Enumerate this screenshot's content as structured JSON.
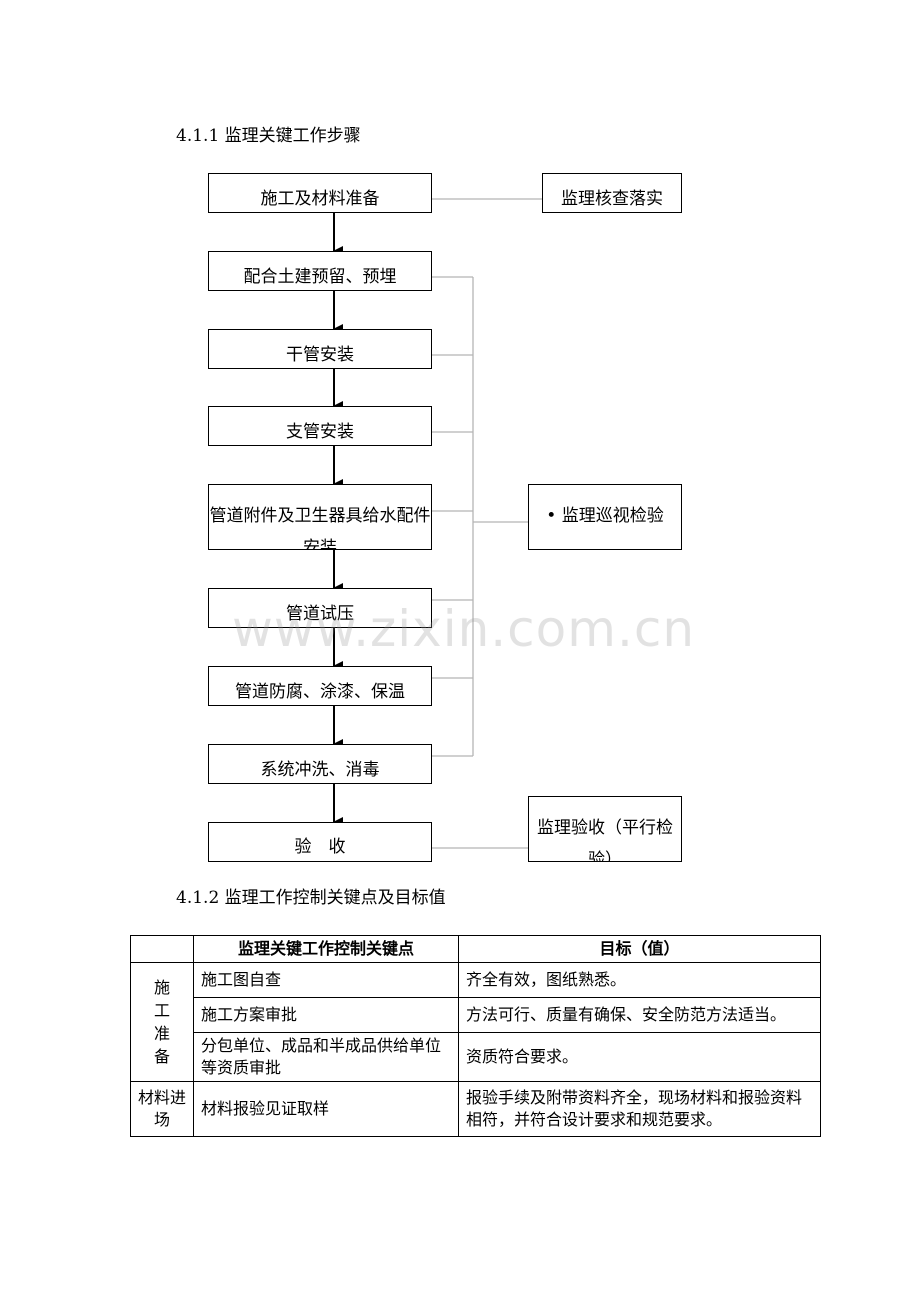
{
  "heading1": "4.1.1 监理关键工作步骤",
  "heading2": "4.1.2 监理工作控制关键点及目标值",
  "flow": {
    "steps": [
      "施工及材料准备",
      "配合土建预留、预埋",
      "干管安装",
      "支管安装",
      "管道附件及卫生器具给水配件安装",
      "管道试压",
      "管道防腐、涂漆、保温",
      "系统冲洗、消毒",
      "验　收"
    ],
    "side1": "监理核查落实",
    "side2": "• 监理巡视检验",
    "side3": "监理验收（平行检验）"
  },
  "table": {
    "headers": [
      "",
      "监理关键工作控制关键点",
      "目标（值）"
    ],
    "group1": [
      "施",
      "工",
      "准",
      "备"
    ],
    "group2": "材料进场",
    "rows": [
      {
        "point": "施工图自查",
        "target": "齐全有效，图纸熟悉。"
      },
      {
        "point": "施工方案审批",
        "target": "方法可行、质量有确保、安全防范方法适当。"
      },
      {
        "point": "分包单位、成品和半成品供给单位等资质审批",
        "target": "资质符合要求。"
      },
      {
        "point": "材料报验见证取样",
        "target": "报验手续及附带资料齐全，现场材料和报验资料相符，并符合设计要求和规范要求。"
      }
    ]
  },
  "watermark": "www.zixin.com.cn"
}
